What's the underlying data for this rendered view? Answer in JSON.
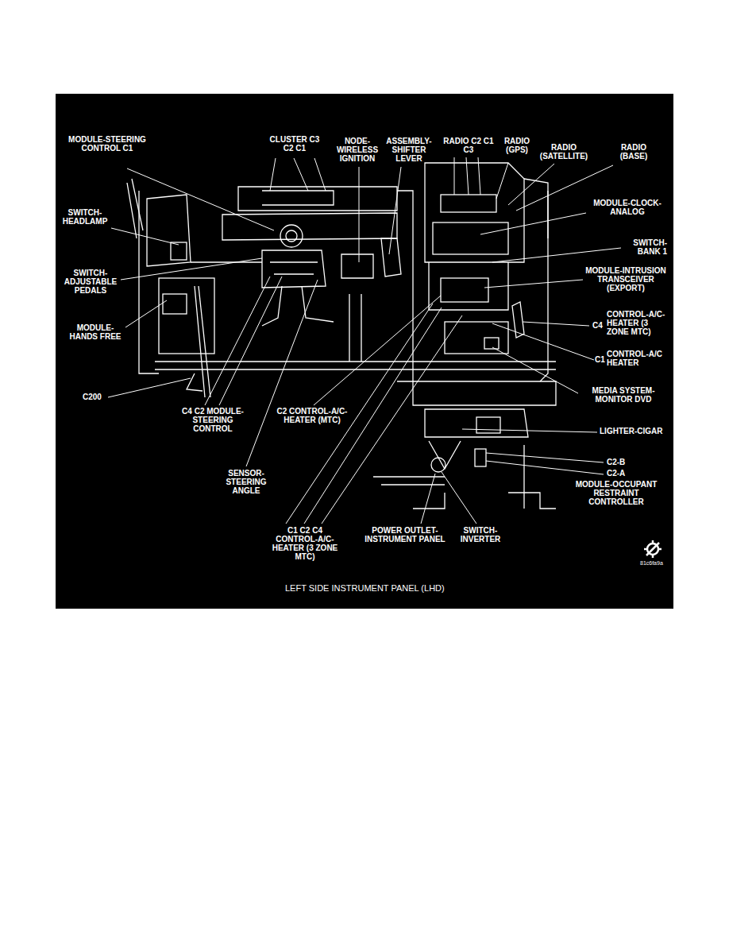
{
  "diagram": {
    "caption": "LEFT SIDE INSTRUMENT PANEL (LHD)",
    "labels": [
      "MODULE-STEERING CONTROL C1",
      "CLUSTER C3 C2 C1",
      "NODE-WIRELESS IGNITION",
      "ASSEMBLY-SHIFTER LEVER",
      "RADIO C2 C1 C3",
      "RADIO (GPS)",
      "RADIO (SATELLITE)",
      "RADIO (BASE)",
      "SWITCH-HEADLAMP",
      "MODULE-CLOCK-ANALOG",
      "SWITCH-BANK 1",
      "SWITCH-ADJUSTABLE PEDALS",
      "MODULE-INTRUSION TRANSCEIVER (EXPORT)",
      "MODULE-HANDS FREE",
      "C4",
      "CONTROL-A/C-HEATER (3 ZONE MTC)",
      "C1",
      "CONTROL-A/C HEATER",
      "MEDIA SYSTEM-MONITOR DVD",
      "C200",
      "C4 C2 MODULE-STEERING CONTROL",
      "C2 CONTROL-A/C-HEATER (MTC)",
      "LIGHTER-CIGAR",
      "C2-B",
      "C2-A",
      "MODULE-OCCUPANT RESTRAINT CONTROLLER",
      "SENSOR-STEERING ANGLE",
      "C1 C2 C4 CONTROL-A/C-HEATER (3 ZONE MTC)",
      "POWER OUTLET-INSTRUMENT PANEL",
      "SWITCH-INVERTER",
      "81c6fa9a"
    ]
  }
}
